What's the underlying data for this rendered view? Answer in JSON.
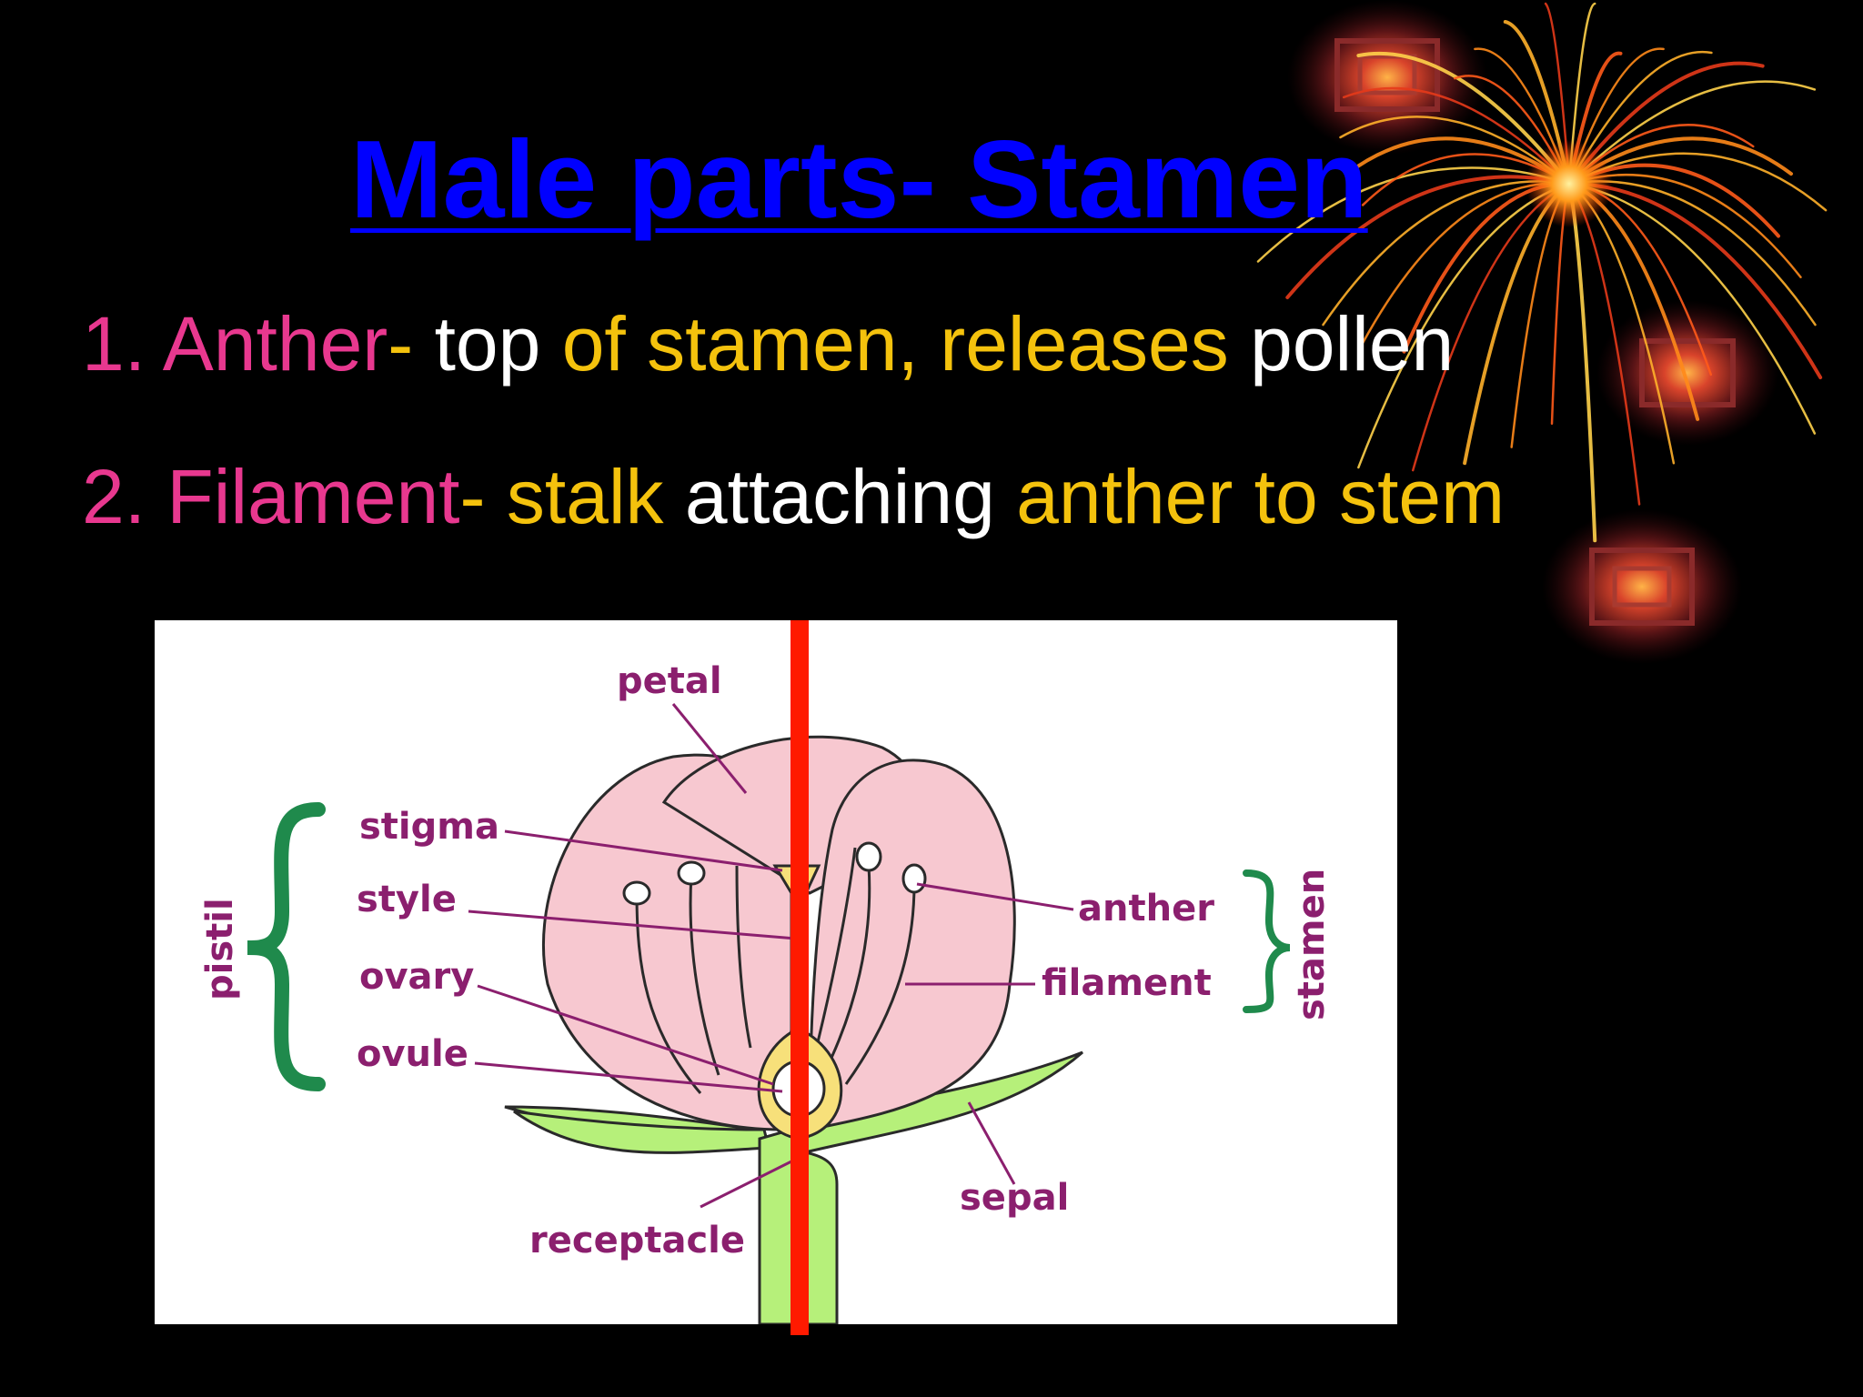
{
  "slide": {
    "title": "Male parts- Stamen",
    "bullets": [
      {
        "number": "1.",
        "term": "Anther",
        "dash": "-",
        "w1": " top",
        "w2": " of stamen, releases",
        "w3": " pollen"
      },
      {
        "number": "2.",
        "term": "Filament",
        "dash": "-",
        "w1": " stalk",
        "w2": " attaching",
        "w3": " anther to stem"
      }
    ]
  },
  "diagram": {
    "labels": {
      "petal": "petal",
      "stigma": "stigma",
      "style": "style",
      "ovary": "ovary",
      "ovule": "ovule",
      "anther": "anther",
      "filament": "filament",
      "sepal": "sepal",
      "receptacle": "receptacle",
      "pistil": "pistil",
      "stamen": "stamen"
    }
  },
  "colors": {
    "title": "#0000ff",
    "term": "#e8388f",
    "highlight": "#f4c20d",
    "text": "#ffffff",
    "label": "#8b1f6e",
    "petal_fill": "#f7c8d0",
    "stem": "#b6f07a",
    "pistil": "#f7e07a",
    "brace": "#1f8a4c",
    "divider": "#ff1a00"
  },
  "icons": [
    "firework-burst-decoration"
  ]
}
